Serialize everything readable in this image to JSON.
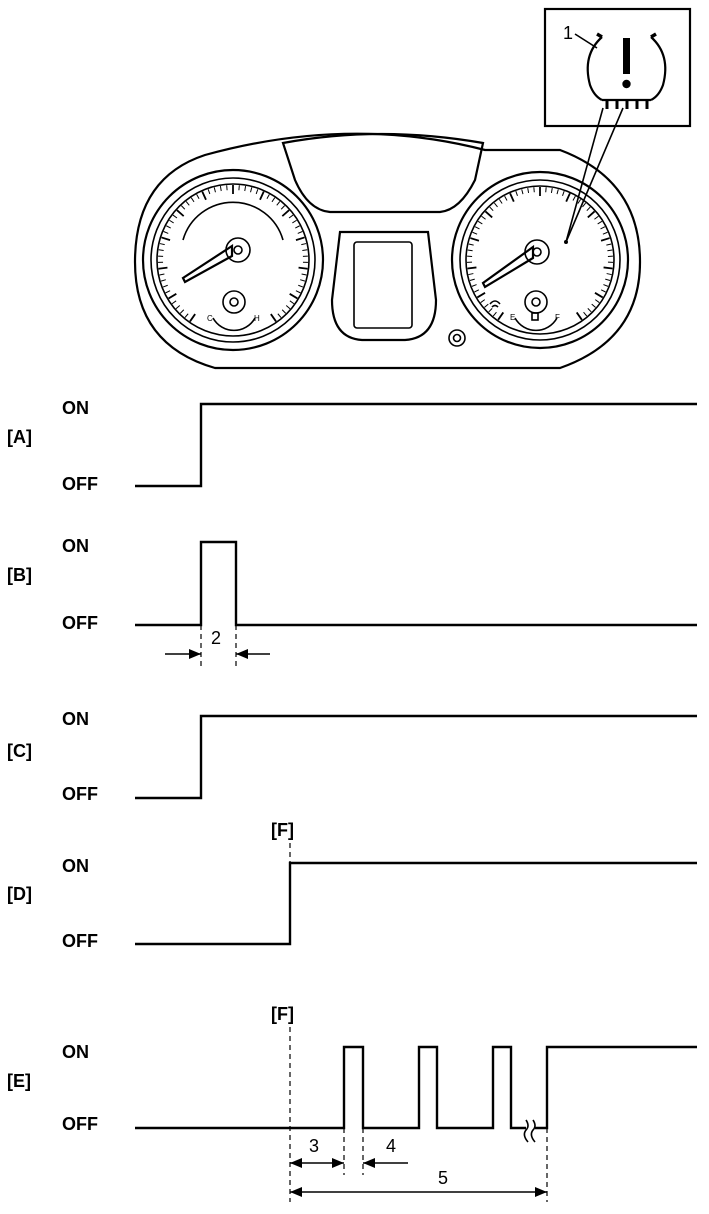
{
  "callouts": {
    "warning_light": "1",
    "pulse_duration": "2",
    "delay_before_blink": "3",
    "blink_period": "4",
    "blink_total": "5"
  },
  "gauges": {
    "temp_cold": "C",
    "temp_hot": "H",
    "fuel_empty": "E",
    "fuel_full": "F"
  },
  "signals": [
    {
      "id": "A",
      "label": "[A]",
      "on": "ON",
      "off": "OFF"
    },
    {
      "id": "B",
      "label": "[B]",
      "on": "ON",
      "off": "OFF"
    },
    {
      "id": "C",
      "label": "[C]",
      "on": "ON",
      "off": "OFF"
    },
    {
      "id": "D",
      "label": "[D]",
      "on": "ON",
      "off": "OFF",
      "marker": "[F]"
    },
    {
      "id": "E",
      "label": "[E]",
      "on": "ON",
      "off": "OFF",
      "marker": "[F]"
    }
  ],
  "icons": [
    "tpms-warning-icon",
    "instrument-cluster",
    "tachometer-gauge",
    "speedometer-gauge",
    "temperature-gauge",
    "fuel-gauge"
  ]
}
